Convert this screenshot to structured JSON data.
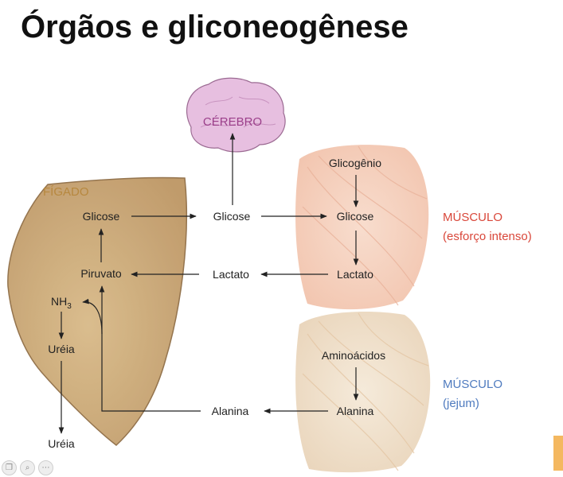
{
  "title": "Órgãos e gliconeogênese",
  "organs": {
    "liver": "FÍGADO",
    "brain": "CÉREBRO",
    "muscle_exercise": "MÚSCULO",
    "muscle_exercise_note": "(esforço intenso)",
    "muscle_fasting": "MÚSCULO",
    "muscle_fasting_note": "(jejum)"
  },
  "liver_nodes": {
    "glicose": "Glicose",
    "piruvato": "Piruvato",
    "nh3_base": "NH",
    "nh3_sub": "3",
    "ureia": "Uréia"
  },
  "blood_nodes": {
    "glicose": "Glicose",
    "lactato": "Lactato",
    "alanina": "Alanina",
    "ureia": "Uréia"
  },
  "muscle_exercise_nodes": {
    "glicogenio": "Glicogênio",
    "glicose": "Glicose",
    "lactato": "Lactato"
  },
  "muscle_fasting_nodes": {
    "aminoacidos": "Aminoácidos",
    "alanina": "Alanina"
  },
  "colors": {
    "liver_fill": "#c8a677",
    "brain_fill": "#e9c4e3",
    "muscle_fill": "#f4cdb8",
    "muscle2_fill": "#efe1cc",
    "side_tab": "#f4b860"
  },
  "toolbar_icons": [
    "copy-icon",
    "zoom-icon",
    "more-icon"
  ]
}
